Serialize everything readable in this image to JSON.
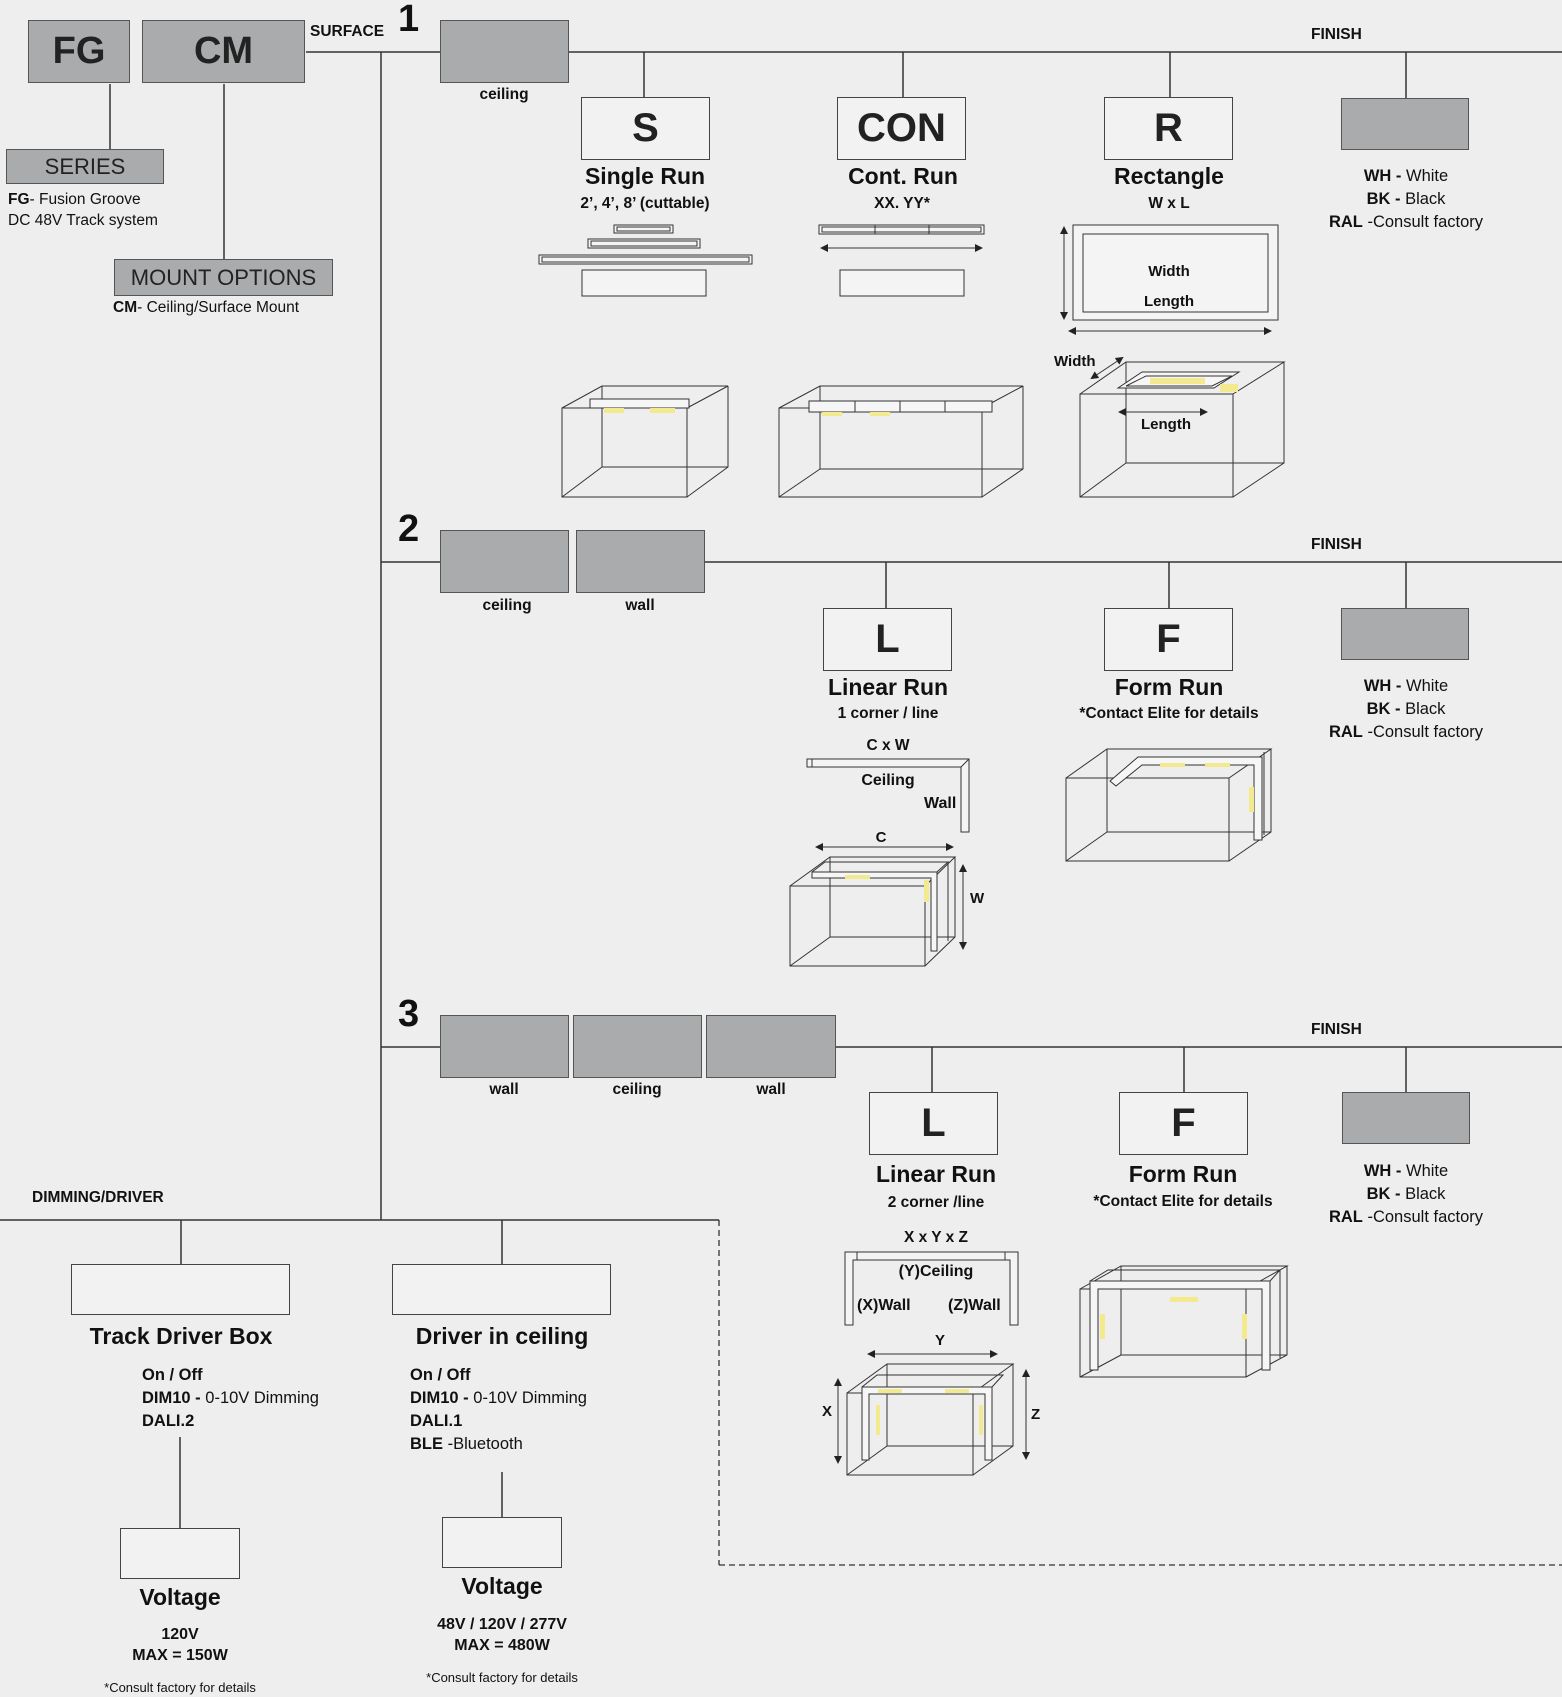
{
  "codes": {
    "series": "FG",
    "mount": "CM",
    "single": "S",
    "cont": "CON",
    "rect": "R",
    "linear": "L",
    "form": "F"
  },
  "labels": {
    "surface": "SURFACE",
    "finish": "FINISH",
    "dimming": "DIMMING/DRIVER",
    "series": "SERIES",
    "mount_options": "MOUNT OPTIONS",
    "ceiling": "ceiling",
    "wall": "wall"
  },
  "series_desc": {
    "code": "FG",
    "line1": "- Fusion Groove",
    "line2": "DC 48V Track system"
  },
  "mount_desc": {
    "code": "CM",
    "text": "- Ceiling/Surface Mount"
  },
  "rows": [
    {
      "num": "1"
    },
    {
      "num": "2"
    },
    {
      "num": "3"
    }
  ],
  "options": {
    "single": {
      "title": "Single Run",
      "sub": "2’, 4’, 8’ (cuttable)"
    },
    "cont": {
      "title": "Cont. Run",
      "sub": "XX. YY*"
    },
    "rect": {
      "title": "Rectangle",
      "sub": "W x L",
      "width": "Width",
      "length": "Length"
    },
    "linear1": {
      "title": "Linear Run",
      "sub": "1 corner / line",
      "dim": "C x W",
      "ceiling": "Ceiling",
      "wall": "Wall",
      "c": "C",
      "w": "W"
    },
    "form": {
      "title": "Form Run",
      "sub": "*Contact Elite for details"
    },
    "linear2": {
      "title": "Linear Run",
      "sub": "2 corner /line",
      "dim": "X x Y x Z",
      "ceiling": "(Y)Ceiling",
      "xwall": "(X)Wall",
      "zwall": "(Z)Wall",
      "x": "X",
      "y": "Y",
      "z": "Z"
    }
  },
  "finish": {
    "wh_code": "WH -",
    "wh": " White",
    "bk_code": "BK -",
    "bk": " Black",
    "ral_code": "RAL",
    "ral": " -Consult factory"
  },
  "drivers": {
    "track": {
      "title": "Track Driver Box",
      "onoff": "On / Off",
      "dim10": "DIM10 -",
      "dim10_desc": " 0-10V Dimming",
      "dali": "DALI.2",
      "volt_title": "Voltage",
      "volt": "120V",
      "max": "MAX = 150W",
      "note": "*Consult factory for details"
    },
    "ceiling": {
      "title": "Driver in ceiling",
      "onoff": "On / Off",
      "dim10": "DIM10 -",
      "dim10_desc": " 0-10V Dimming",
      "dali": "DALI.1",
      "ble": "BLE",
      "ble_desc": " -Bluetooth",
      "volt_title": "Voltage",
      "volt": "48V / 120V / 277V",
      "max": "MAX = 480W",
      "note": "*Consult factory for details"
    }
  },
  "colors": {
    "box_gray": "#a9abad",
    "light": "#f3e98e",
    "bg": "#eeeeee"
  }
}
